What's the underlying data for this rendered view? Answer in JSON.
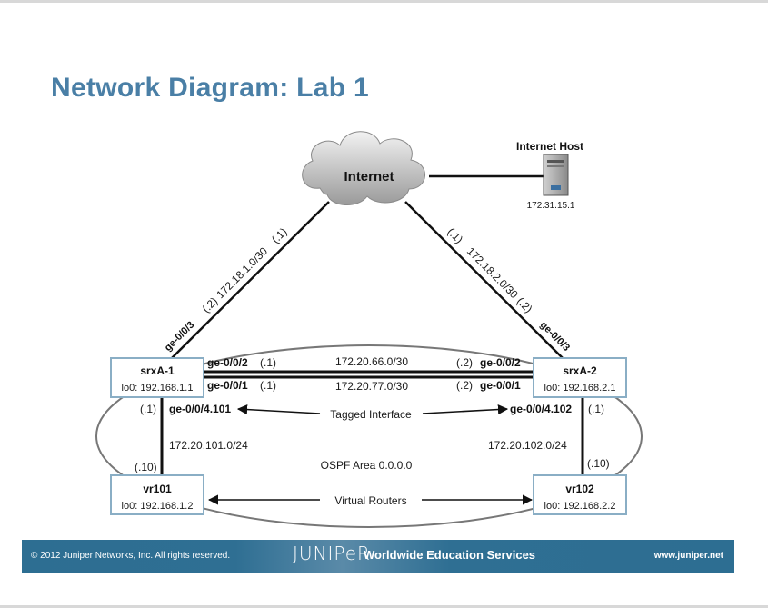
{
  "title": "Network Diagram: Lab 1",
  "internet": {
    "label": "Internet"
  },
  "internet_host": {
    "label": "Internet Host",
    "ip": "172.31.15.1"
  },
  "devices": {
    "srxA1": {
      "name": "srxA-1",
      "lo0": "lo0: 192.168.1.1"
    },
    "srxA2": {
      "name": "srxA-2",
      "lo0": "lo0: 192.168.2.1"
    },
    "vr101": {
      "name": "vr101",
      "lo0": "lo0: 192.168.1.2"
    },
    "vr102": {
      "name": "vr102",
      "lo0": "lo0: 192.168.2.2"
    }
  },
  "links": {
    "left_uplink": {
      "subnet": "172.18.1.0/30",
      "near_internet": "(.1)",
      "near_device": "(.2)",
      "interface": "ge-0/0/3"
    },
    "right_uplink": {
      "subnet": "172.18.2.0/30",
      "near_internet": "(.1)",
      "near_device": "(.2)",
      "interface": "ge-0/0/3"
    },
    "top_link": {
      "subnet": "172.20.66.0/30",
      "left_if": "ge-0/0/2",
      "left_addr": "(.1)",
      "right_if": "ge-0/0/2",
      "right_addr": "(.2)"
    },
    "bottom_link": {
      "subnet": "172.20.77.0/30",
      "left_if": "ge-0/0/1",
      "left_addr": "(.1)",
      "right_if": "ge-0/0/1",
      "right_addr": "(.2)"
    },
    "left_vertical": {
      "subnet": "172.20.101.0/24",
      "interface": "ge-0/0/4.101",
      "top_addr": "(.1)",
      "bottom_addr": "(.10)"
    },
    "right_vertical": {
      "subnet": "172.20.102.0/24",
      "interface": "ge-0/0/4.102",
      "top_addr": "(.1)",
      "bottom_addr": "(.10)"
    }
  },
  "annotations": {
    "tagged_interface": "Tagged Interface",
    "ospf_area": "OSPF Area 0.0.0.0",
    "virtual_routers": "Virtual Routers"
  },
  "footer": {
    "copyright": "© 2012 Juniper Networks, Inc. All rights reserved.",
    "logo": "JUNIPeR",
    "service": "Worldwide Education Services",
    "url": "www.juniper.net"
  },
  "colors": {
    "title": "#4a7fa6",
    "box_border": "#8aaec5",
    "footer": "#2d6e92"
  }
}
